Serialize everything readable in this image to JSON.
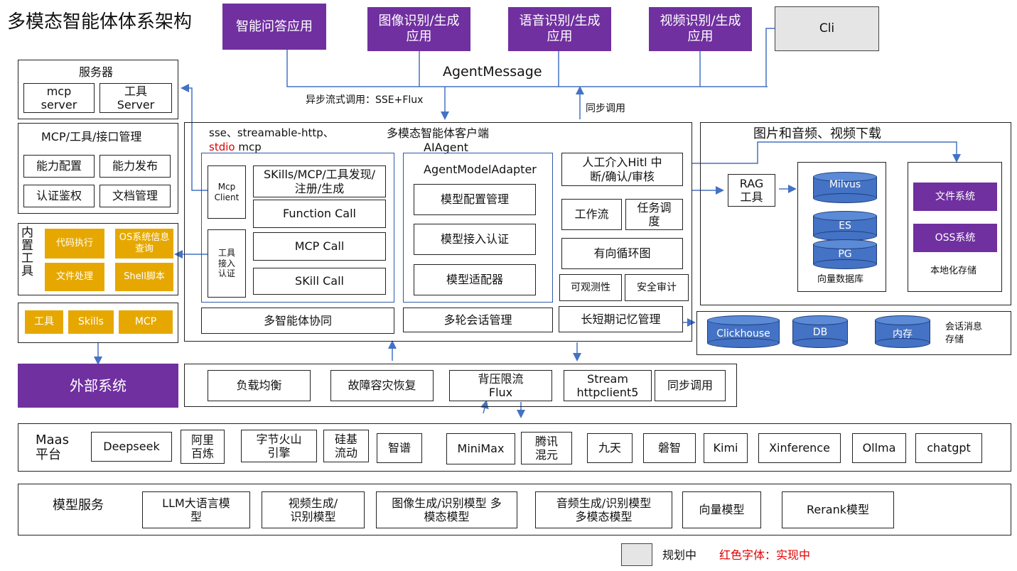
{
  "title": "多模态智能体体系架构",
  "top_apps": [
    "智能问答应用",
    "图像识别/生成应用",
    "语音识别/生成应用",
    "视频识别/生成应用"
  ],
  "cli": "Cli",
  "agent_message": "AgentMessage",
  "async_call": "异步流式调用：SSE+Flux",
  "sync_call_top": "同步调用",
  "server": {
    "title": "服务器",
    "mcp_server": "mcp server",
    "tool_server": "工具 Server"
  },
  "mcp_mgmt": {
    "title": "MCP/工具/接口管理",
    "items": [
      "能力配置",
      "能力发布",
      "认证鉴权",
      "文档管理"
    ]
  },
  "builtin": {
    "title": "内置工具",
    "items": [
      "代码执行",
      "OS系统信息查询",
      "文件处理",
      "Shell脚本"
    ]
  },
  "ext_tools": [
    "工具",
    "Skills",
    "MCP"
  ],
  "external_system": "外部系统",
  "client": {
    "protocol_prefix": "sse、streamable-http、",
    "stdio": "stdio",
    "mcp": " mcp",
    "title": "多模态智能体客户端",
    "subtitle": "AIAgent",
    "mcp_client": "Mcp Client",
    "tool_auth": "工具接入认证",
    "capabilities": [
      "SKills/MCP/工具发现/注册/生成",
      "Function Call",
      "MCP Call",
      "SKill Call"
    ],
    "adapter_title": "AgentModelAdapter",
    "adapter_items": [
      "模型配置管理",
      "模型接入认证",
      "模型适配器"
    ],
    "hitl": "人工介入Hitl 中断/确认/审核",
    "workflow": "工作流",
    "scheduling": "任务调度",
    "dag": "有向循环图",
    "observability": "可观测性",
    "audit": "安全审计",
    "multi_agent": "多智能体协同",
    "multi_turn": "多轮会话管理",
    "memory": "长短期记忆管理"
  },
  "media": {
    "title": "图片和音频、视频下载",
    "rag": "RAG工具",
    "vector_dbs": [
      "Milvus",
      "ES",
      "PG"
    ],
    "vector_label": "向量数据库",
    "fs": "文件系统",
    "oss": "OSS系统",
    "local_label": "本地化存储"
  },
  "session": {
    "dbs": [
      "Clickhouse",
      "DB",
      "内存"
    ],
    "label": "会话消息存储"
  },
  "gateway": [
    "负载均衡",
    "故障容灾恢复",
    "背压限流 Flux",
    "Stream httpclient5",
    "同步调用"
  ],
  "maas": {
    "title": "Maas平台",
    "items": [
      "Deepseek",
      "阿里百炼",
      "字节火山引擎",
      "硅基流动",
      "智谱",
      "MiniMax",
      "腾讯混元",
      "九天",
      "磐智",
      "Kimi",
      "Xinference",
      "Ollma",
      "chatgpt"
    ]
  },
  "model_service": {
    "title": "模型服务",
    "items": [
      "LLM大语言模型",
      "视频生成/识别模型",
      "图像生成/识别模型 多模态模型",
      "音频生成/识别模型 多模态模型",
      "向量模型",
      "Rerank模型"
    ]
  },
  "legend": {
    "planned": "规划中",
    "red_note": "红色字体：实现中"
  },
  "colors": {
    "purple": "#7030a0",
    "gold": "#e6a800",
    "db_blue": "#4472c4",
    "line_blue": "#4472c4",
    "red": "#e00000",
    "gray": "#e5e5e5"
  }
}
